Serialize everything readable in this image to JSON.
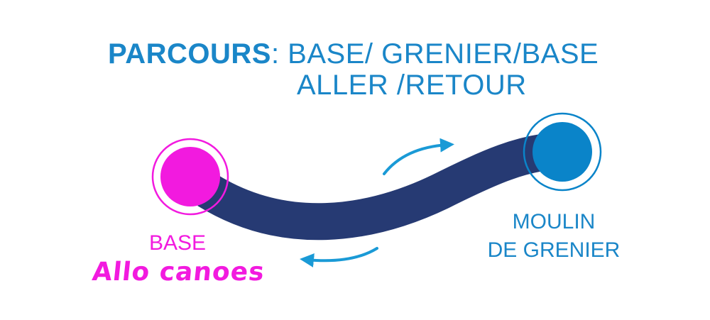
{
  "title": {
    "heading": "PARCOURS",
    "separator": ":",
    "route": " BASE/ GRENIER/BASE",
    "subtitle": "ALLER /RETOUR"
  },
  "start_point": {
    "label": "BASE",
    "sublabel": "Allo canoes",
    "color": "#f21adf"
  },
  "end_point": {
    "label_line1": "MOULIN",
    "label_line2": "DE GRENIER",
    "color": "#0a84c9"
  },
  "colors": {
    "path": "#263a73",
    "arrows": "#1a9ad6",
    "title": "#1a86c8"
  }
}
